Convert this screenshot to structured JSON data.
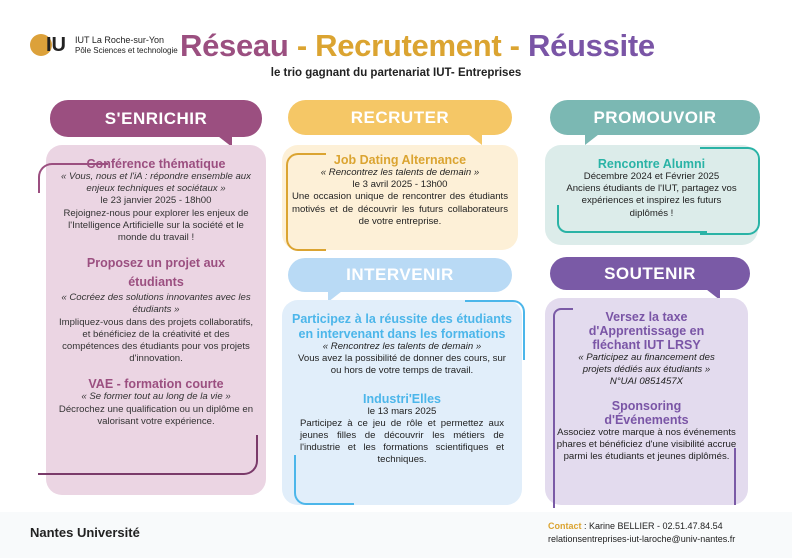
{
  "header": {
    "logo_line1": "IUT La Roche-sur-Yon",
    "logo_line2": "Pôle Sciences et technologie",
    "title_part1": "Réseau",
    "sep1": " - ",
    "title_part2": "Recrutement",
    "sep2": " - ",
    "title_part3": "Réussite",
    "subtitle": "le trio gagnant du partenariat IUT- Entreprises"
  },
  "colors": {
    "enrichir": "#9b4f80",
    "recruter": "#f5c766",
    "intervenir": "#b9daf5",
    "promouvoir": "#7bb8b3",
    "soutenir": "#7a5aa6"
  },
  "enrichir": {
    "label": "S'ENRICHIR",
    "items": [
      {
        "title": "Conférence thématique",
        "quote": "« Vous, nous et l'iA : répondre ensemble aux enjeux techniques et sociétaux »",
        "date": "le 23 janvier 2025 - 18h00",
        "text": "Rejoignez-nous pour explorer les enjeux de l'Intelligence Artificielle sur la société et le monde du travail !"
      },
      {
        "title": "Proposez un projet aux étudiants",
        "quote": "« Cocréez des solutions innovantes avec les étudiants »",
        "text": "Impliquez-vous dans des projets collaboratifs, et bénéficiez de la créativité et des compétences des étudiants pour vos projets d'innovation."
      },
      {
        "title": "VAE - formation courte",
        "quote": "« Se former tout au long de la vie »",
        "text": "Décrochez une qualification ou un diplôme en valorisant votre expérience."
      }
    ]
  },
  "recruter": {
    "label": "RECRUTER",
    "items": [
      {
        "title": "Job Dating Alternance",
        "quote": "« Rencontrez les talents de demain »",
        "date": "le 3 avril 2025 - 13h00",
        "text": "Une occasion unique de rencontrer des étudiants motivés et de découvrir les futurs collaborateurs de votre entreprise."
      }
    ]
  },
  "intervenir": {
    "label": "INTERVENIR",
    "items": [
      {
        "title": "Participez à la réussite des étudiants en intervenant dans les formations",
        "quote": "« Rencontrez les talents de demain »",
        "text": "Vous avez la possibilité de donner des cours, sur ou hors de votre temps de travail."
      },
      {
        "title": "Industri'Elles",
        "date": "le 13 mars 2025",
        "text": "Participez à ce jeu de rôle et permettez aux jeunes filles de découvrir les métiers de l'industrie et les formations scientifiques et techniques."
      }
    ]
  },
  "promouvoir": {
    "label": "PROMOUVOIR",
    "items": [
      {
        "title": "Rencontre Alumni",
        "date": "Décembre 2024 et Février 2025",
        "text": "Anciens étudiants de l'IUT, partagez vos expériences et inspirez les futurs diplômés !"
      }
    ]
  },
  "soutenir": {
    "label": "SOUTENIR",
    "items": [
      {
        "title": "Versez la taxe d'Apprentissage en fléchant IUT LRSY",
        "quote": "« Participez au financement des projets dédiés aux étudiants »",
        "code": "N°UAI 0851457X"
      },
      {
        "title": "Sponsoring d'Événements",
        "text": "Associez votre marque à nos événements phares et bénéficiez d'une visibilité accrue parmi les étudiants et jeunes diplômés."
      }
    ]
  },
  "footer": {
    "university": "Nantes Université",
    "contact_label": "Contact",
    "contact_text": " : Karine BELLIER - 02.51.47.84.54",
    "email": "relationsentreprises-iut-laroche@univ-nantes.fr"
  }
}
